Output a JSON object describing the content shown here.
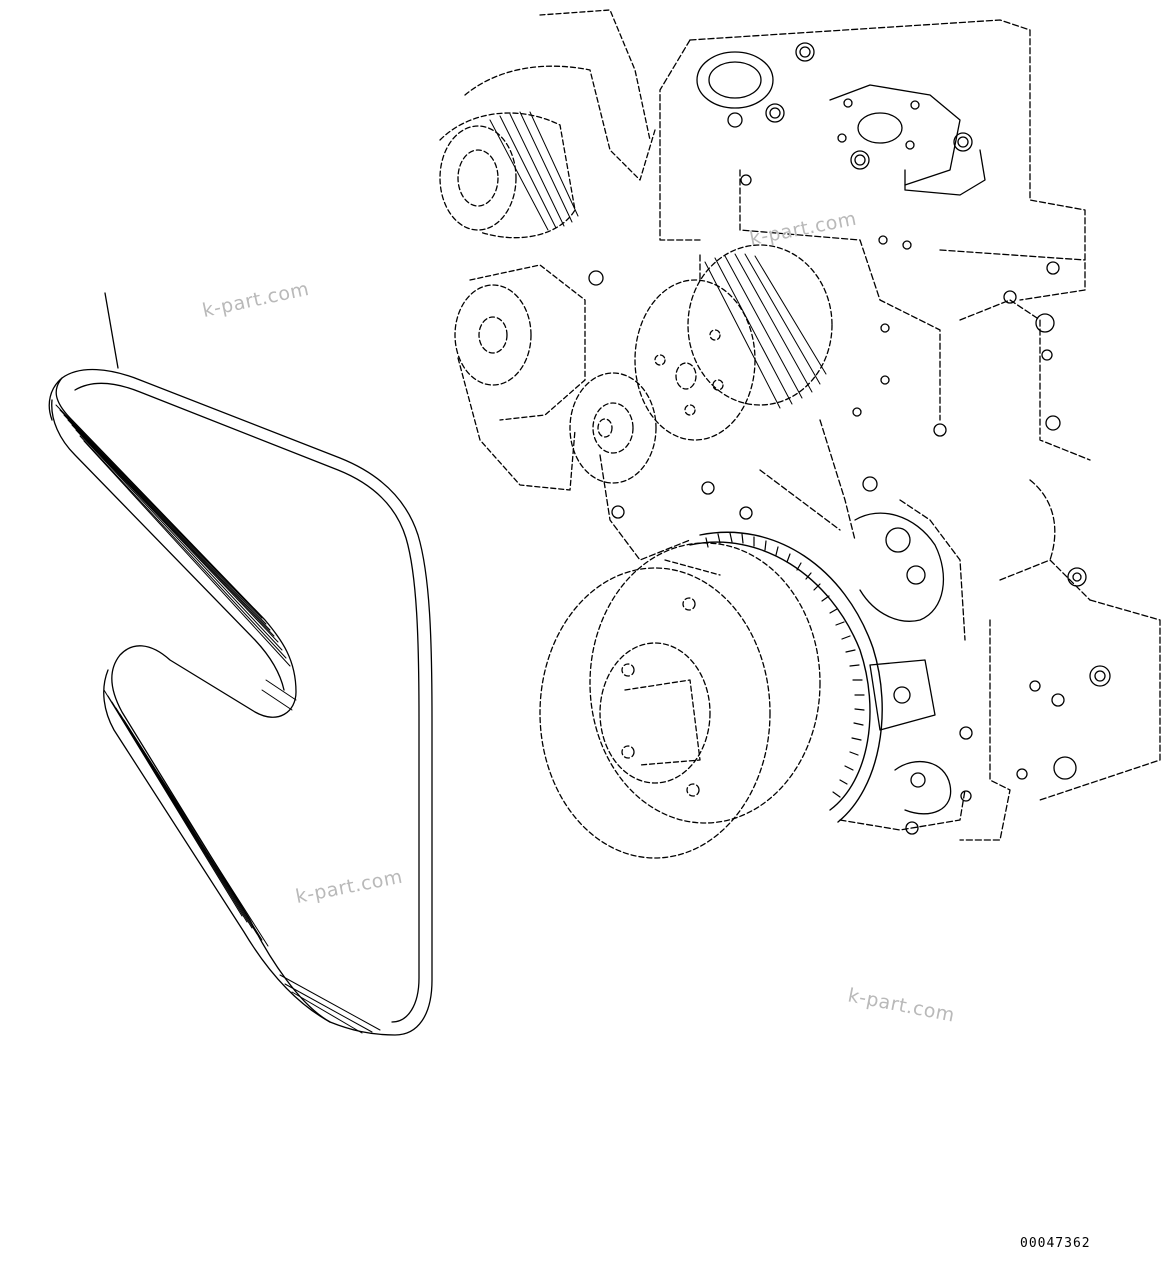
{
  "watermarks": [
    "k-part.com",
    "k-part.com",
    "k-part.com",
    "k-part.com"
  ],
  "drawing_number": "00047362",
  "colors": {
    "line": "#000000",
    "background": "#ffffff",
    "watermark": "#b9b9b9"
  }
}
